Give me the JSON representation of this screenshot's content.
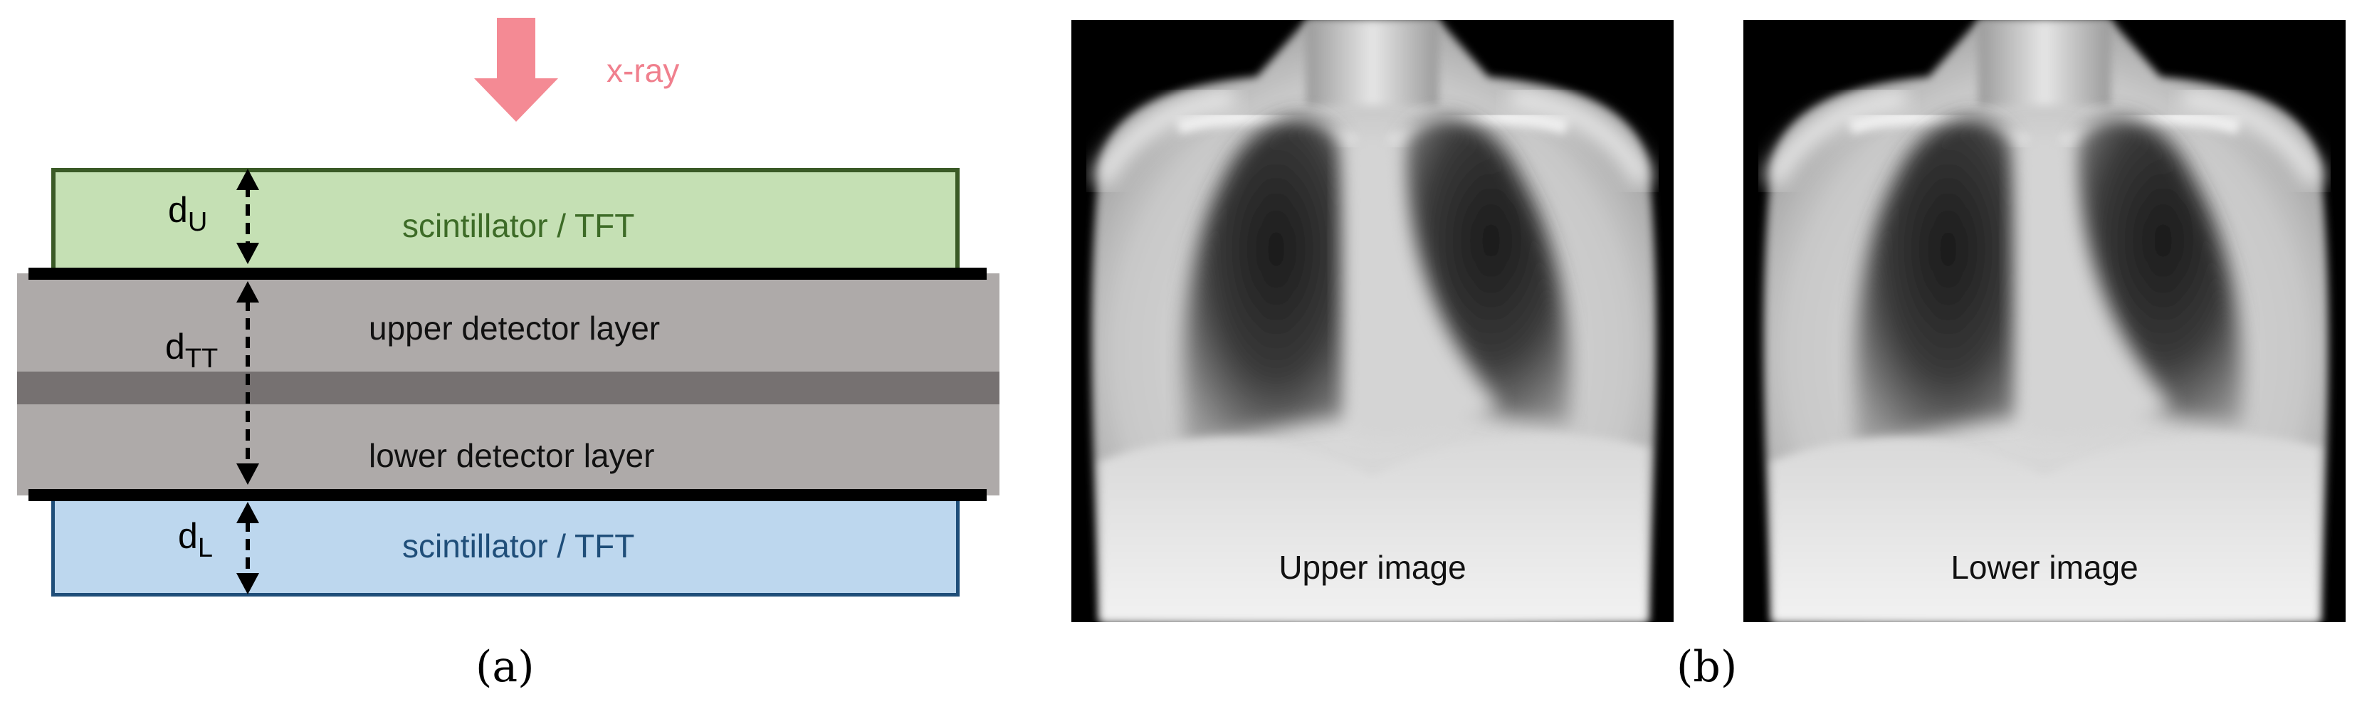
{
  "panel_a": {
    "xray_label": "x-ray",
    "upper_scintillator": "scintillator / TFT",
    "upper_detector": "upper detector layer",
    "lower_detector": "lower detector layer",
    "lower_scintillator": "scintillator / TFT",
    "dim_upper": {
      "base": "d",
      "sub": "U"
    },
    "dim_middle": {
      "base": "d",
      "sub": "TT"
    },
    "dim_lower": {
      "base": "d",
      "sub": "L"
    },
    "caption": "(a)",
    "colors": {
      "arrow": "#f48a94",
      "xray_text": "#f0808e",
      "upper_fill": "#c5e0b4",
      "upper_border": "#3a5a26",
      "upper_text": "#3d6b27",
      "detector_fill": "#aeaaa9",
      "detector_mid": "#767171",
      "lower_fill": "#bdd7ee",
      "lower_border": "#1f4e79",
      "lower_text": "#1f4e79"
    }
  },
  "panel_b": {
    "upper_image_label": "Upper image",
    "lower_image_label": "Lower image",
    "caption": "(b)"
  }
}
